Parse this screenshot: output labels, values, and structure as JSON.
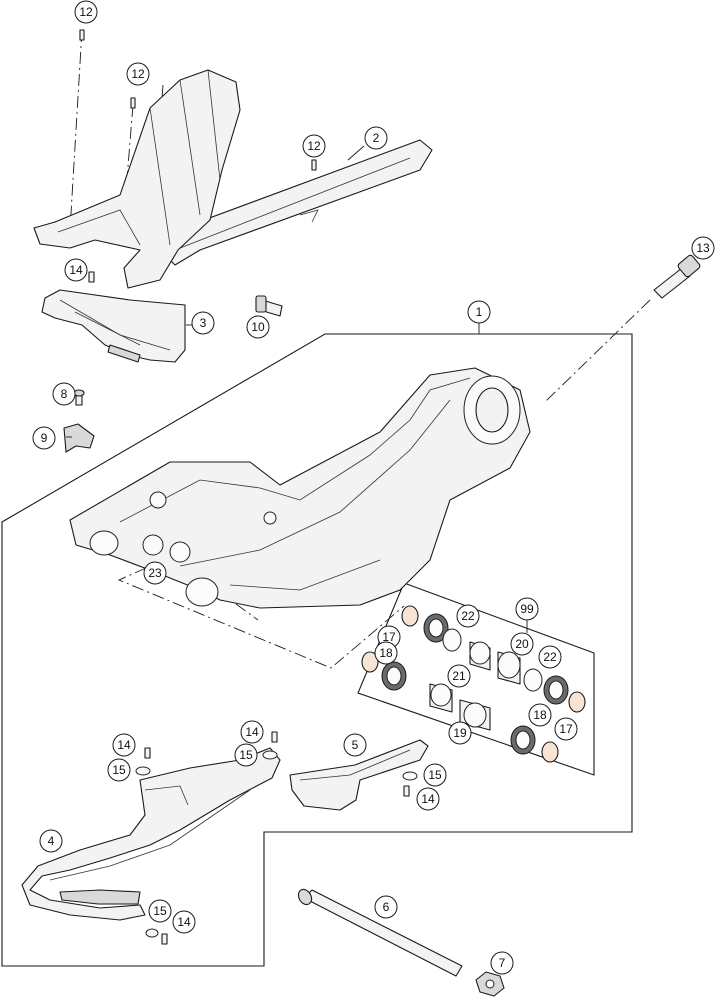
{
  "callouts": [
    {
      "label": "12"
    },
    {
      "label": "12"
    },
    {
      "label": "12"
    },
    {
      "label": "2"
    },
    {
      "label": "13"
    },
    {
      "label": "14"
    },
    {
      "label": "10"
    },
    {
      "label": "3"
    },
    {
      "label": "1"
    },
    {
      "label": "8"
    },
    {
      "label": "9"
    },
    {
      "label": "23"
    },
    {
      "label": "99"
    },
    {
      "label": "22"
    },
    {
      "label": "17"
    },
    {
      "label": "18"
    },
    {
      "label": "20"
    },
    {
      "label": "22"
    },
    {
      "label": "21"
    },
    {
      "label": "18"
    },
    {
      "label": "19"
    },
    {
      "label": "17"
    },
    {
      "label": "14"
    },
    {
      "label": "14"
    },
    {
      "label": "15"
    },
    {
      "label": "15"
    },
    {
      "label": "5"
    },
    {
      "label": "15"
    },
    {
      "label": "14"
    },
    {
      "label": "4"
    },
    {
      "label": "15"
    },
    {
      "label": "14"
    },
    {
      "label": "6"
    },
    {
      "label": "7"
    }
  ]
}
